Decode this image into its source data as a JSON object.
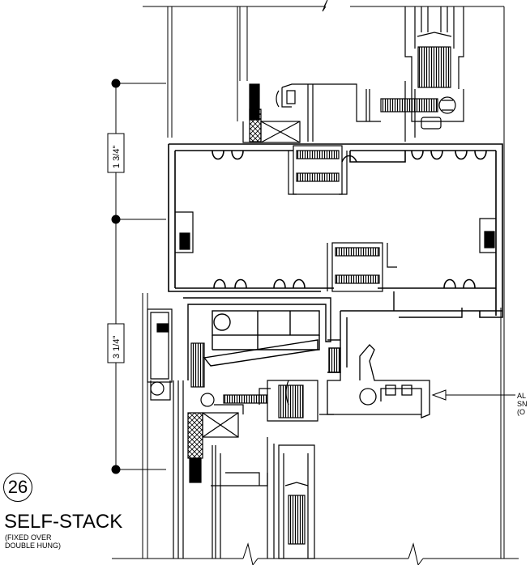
{
  "dimensions": {
    "upper": "1 3/4\"",
    "lower": "3 1/4\""
  },
  "detail": {
    "number": "26",
    "title": "SELF-STACK",
    "subtitle_line1": "(FIXED OVER",
    "subtitle_line2": "DOUBLE HUNG)"
  },
  "callout": {
    "line1": "AL",
    "line2": "SN",
    "line3": "(O"
  }
}
